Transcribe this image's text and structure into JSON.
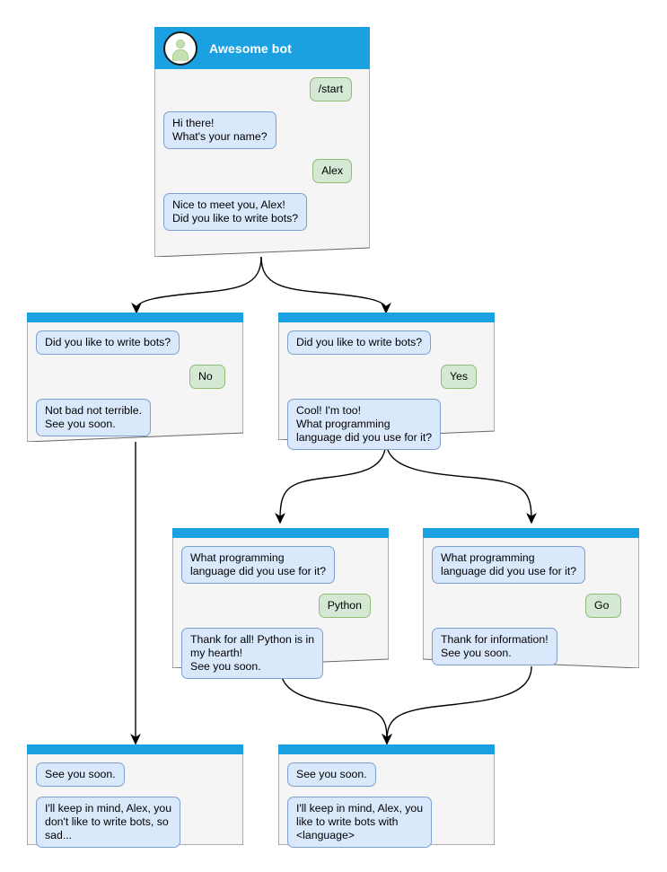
{
  "diagram": {
    "title_node": {
      "header_title": "Awesome bot",
      "avatar_icon": "user-avatar-icon"
    },
    "colors": {
      "header_blue": "#1ba1e2",
      "bot_bubble_fill": "#dae8fc",
      "bot_bubble_stroke": "#7ea0cd",
      "user_bubble_fill": "#d5e8d4",
      "user_bubble_stroke": "#8fbc72",
      "node_fill": "#f5f5f5",
      "node_stroke": "#666666",
      "edge_stroke": "#000000",
      "avatar_fill": "#c6e0b4"
    },
    "nodes": [
      {
        "id": "start",
        "has_title": true,
        "messages": [
          {
            "from": "user",
            "text": "/start"
          },
          {
            "from": "bot",
            "text": "Hi there!\nWhat's your name?"
          },
          {
            "from": "user",
            "text": "Alex"
          },
          {
            "from": "bot",
            "text": "Nice to meet you, Alex!\nDid you like to write bots?"
          }
        ]
      },
      {
        "id": "answer-no",
        "has_title": false,
        "messages": [
          {
            "from": "bot",
            "text": "Did you like to write bots?"
          },
          {
            "from": "user",
            "text": "No"
          },
          {
            "from": "bot",
            "text": "Not bad not terrible.\nSee you soon."
          }
        ]
      },
      {
        "id": "answer-yes",
        "has_title": false,
        "messages": [
          {
            "from": "bot",
            "text": "Did you like to write bots?"
          },
          {
            "from": "user",
            "text": "Yes"
          },
          {
            "from": "bot",
            "text": "Cool! I'm too!\nWhat programming\nlanguage did you use for it?"
          }
        ]
      },
      {
        "id": "lang-python",
        "has_title": false,
        "messages": [
          {
            "from": "bot",
            "text": "What programming\nlanguage did you use for it?"
          },
          {
            "from": "user",
            "text": "Python"
          },
          {
            "from": "bot",
            "text": "Thank for all! Python is in\nmy hearth!\nSee you soon."
          }
        ]
      },
      {
        "id": "lang-go",
        "has_title": false,
        "messages": [
          {
            "from": "bot",
            "text": "What programming\nlanguage did you use for it?"
          },
          {
            "from": "user",
            "text": "Go"
          },
          {
            "from": "bot",
            "text": "Thank for information!\nSee you soon."
          }
        ]
      },
      {
        "id": "end-sad",
        "has_title": false,
        "messages": [
          {
            "from": "bot",
            "text": "See you soon."
          },
          {
            "from": "bot",
            "text": "I'll keep in mind, Alex, you\ndon't like to write bots, so\nsad..."
          }
        ]
      },
      {
        "id": "end-happy",
        "has_title": false,
        "messages": [
          {
            "from": "bot",
            "text": "See you soon."
          },
          {
            "from": "bot",
            "text": "I'll keep in mind, Alex, you\nlike to write bots with\n<language>"
          }
        ]
      }
    ]
  }
}
